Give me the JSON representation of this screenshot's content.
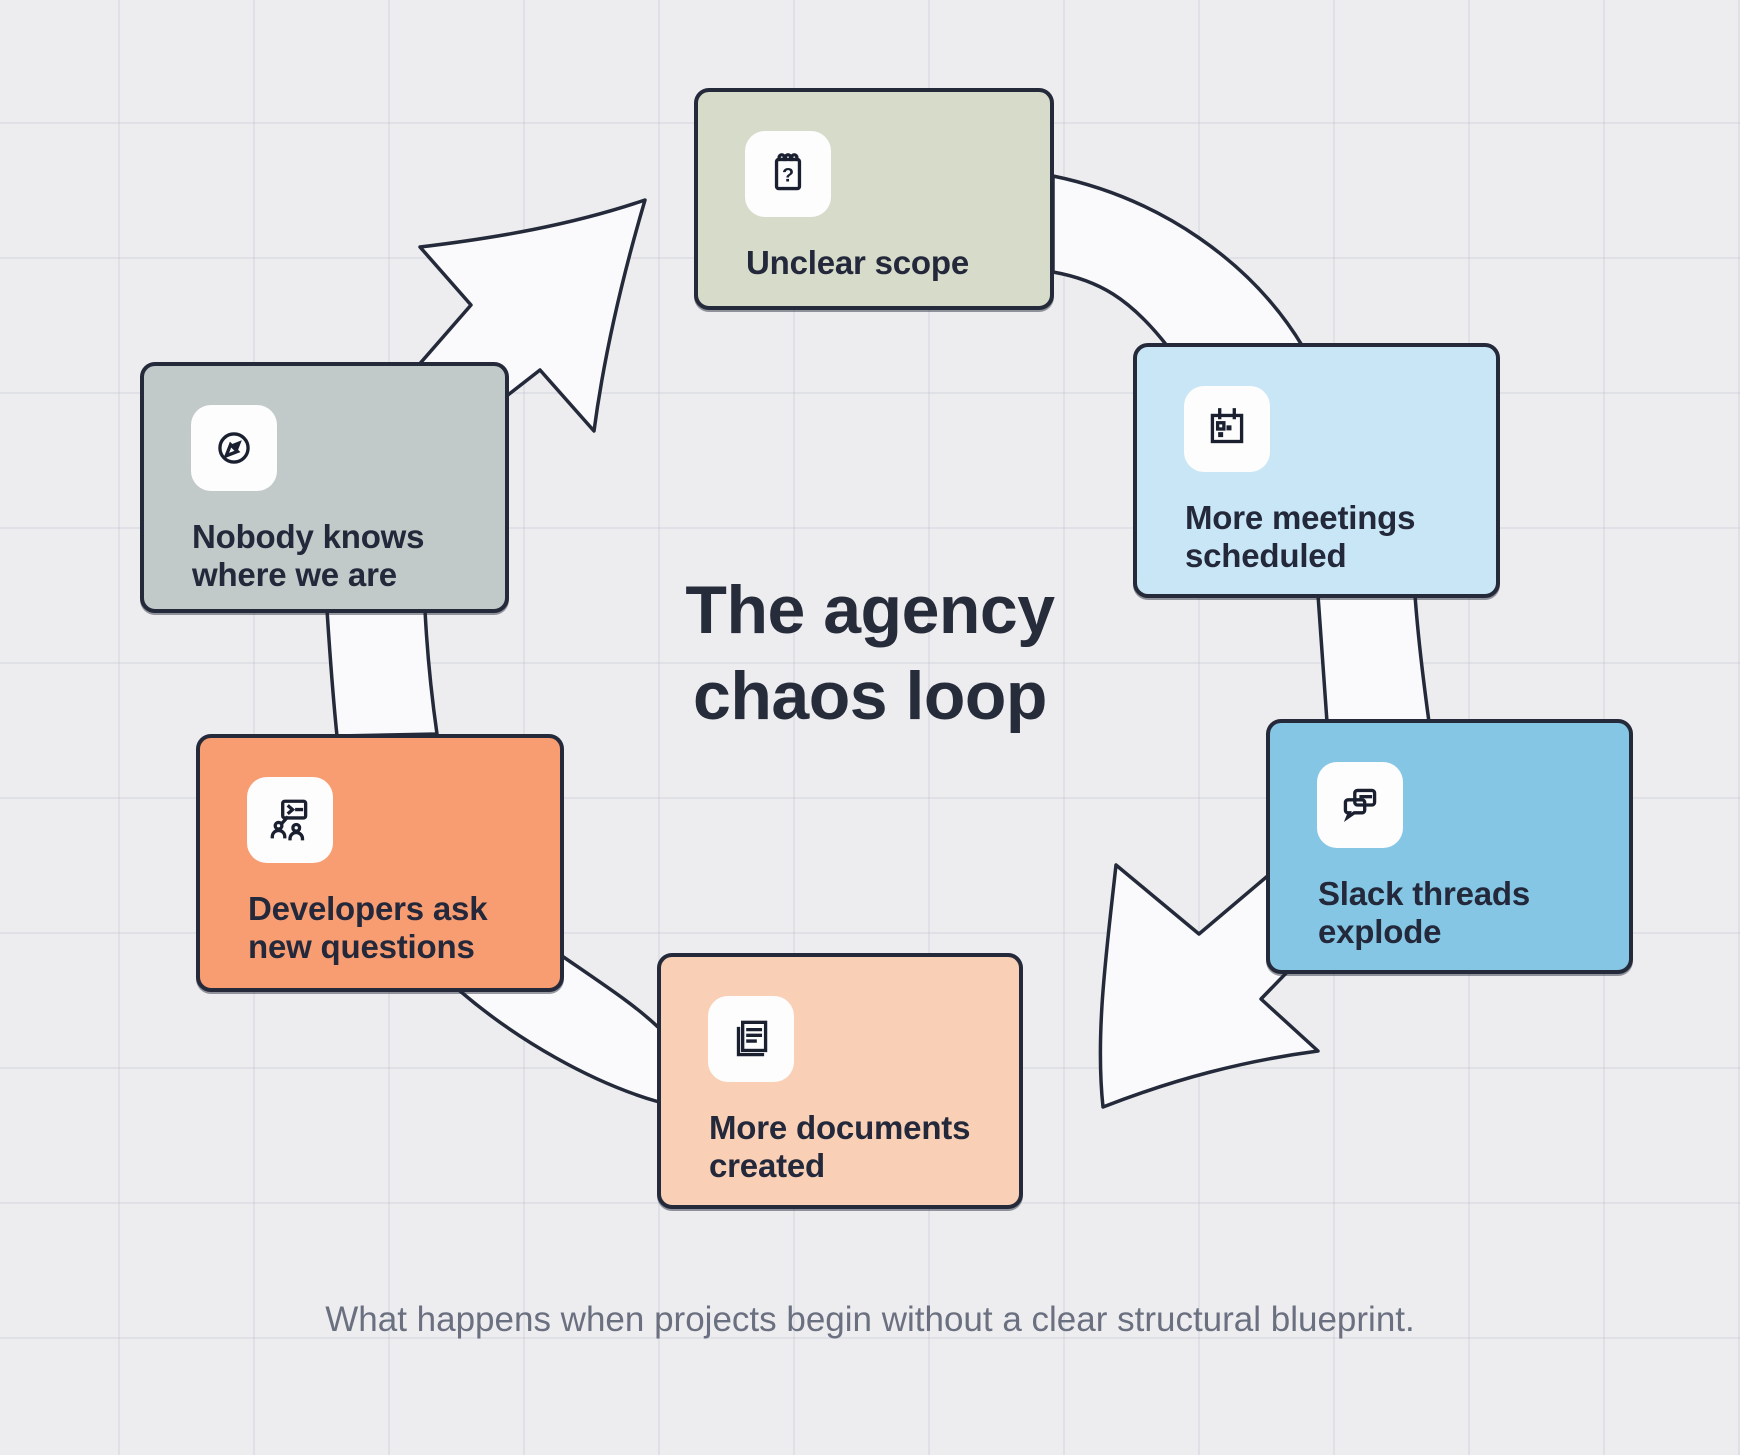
{
  "title": {
    "line1": "The agency",
    "line2": "chaos loop"
  },
  "caption": "What happens when projects begin without a clear structural blueprint.",
  "nodes": [
    {
      "label": "Unclear scope",
      "icon": "notepad-question-icon",
      "color": "#d7dbca"
    },
    {
      "label": "More meetings\nscheduled",
      "icon": "calendar-icon",
      "color": "#c8e6f5"
    },
    {
      "label": "Slack threads\nexplode",
      "icon": "chat-bubbles-icon",
      "color": "#85c6e4"
    },
    {
      "label": "More documents\ncreated",
      "icon": "stacked-documents-icon",
      "color": "#f9cfb5"
    },
    {
      "label": "Developers ask\nnew questions",
      "icon": "people-code-bubble-icon",
      "color": "#f89c72"
    },
    {
      "label": "Nobody knows\nwhere we are",
      "icon": "compass-icon",
      "color": "#c2c9c9"
    }
  ],
  "colors": {
    "background": "#ededf0",
    "outline": "#242a3a",
    "band_fill": "#fafafc",
    "label_text": "#23283a",
    "title_text": "#272c3b",
    "caption_text": "#6b7080"
  }
}
